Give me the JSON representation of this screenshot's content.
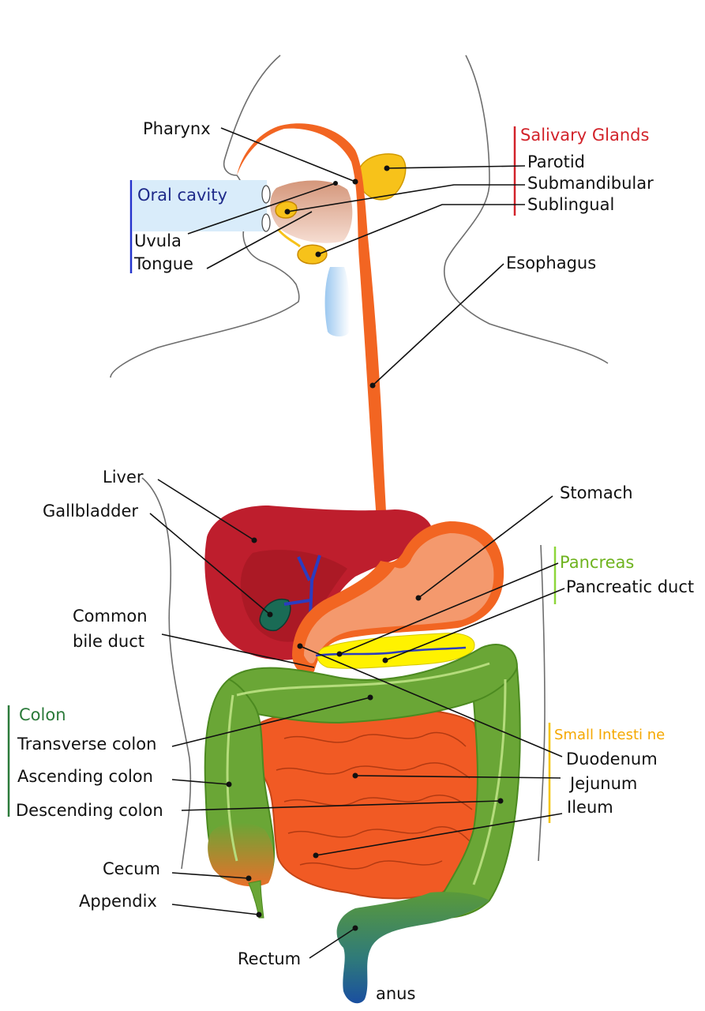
{
  "colors": {
    "salivary": "#d2232a",
    "oral": "#1e2a8a",
    "pancreas": "#6fb31f",
    "colon": "#2b7a3a",
    "small_intestine": "#f5a800",
    "esophagus": "#f26522",
    "liver": "#be1e2d",
    "intestine": "#f15a24",
    "colon_fill": "#6aa636"
  },
  "labels": {
    "pharynx": "Pharynx",
    "oral_cavity": "Oral cavity",
    "uvula": "Uvula",
    "tongue": "Tongue",
    "salivary_glands": "Salivary Glands",
    "parotid": "Parotid",
    "submandibular": "Submandibular",
    "sublingual": "Sublingual",
    "esophagus": "Esophagus",
    "liver": "Liver",
    "gallbladder": "Gallbladder",
    "stomach": "Stomach",
    "pancreas": "Pancreas",
    "pancreatic_duct": "Pancreatic duct",
    "common_bile_duct_1": "Common",
    "common_bile_duct_2": "bile duct",
    "colon": "Colon",
    "transverse_colon": "Transverse colon",
    "ascending_colon": "Ascending colon",
    "descending_colon": "Descending colon",
    "small_intestine": "Small Intesti ne",
    "duodenum": "Duodenum",
    "jejunum": "Jejunum",
    "ileum": "Ileum",
    "cecum": "Cecum",
    "appendix": "Appendix",
    "rectum": "Rectum",
    "anus": "anus"
  }
}
